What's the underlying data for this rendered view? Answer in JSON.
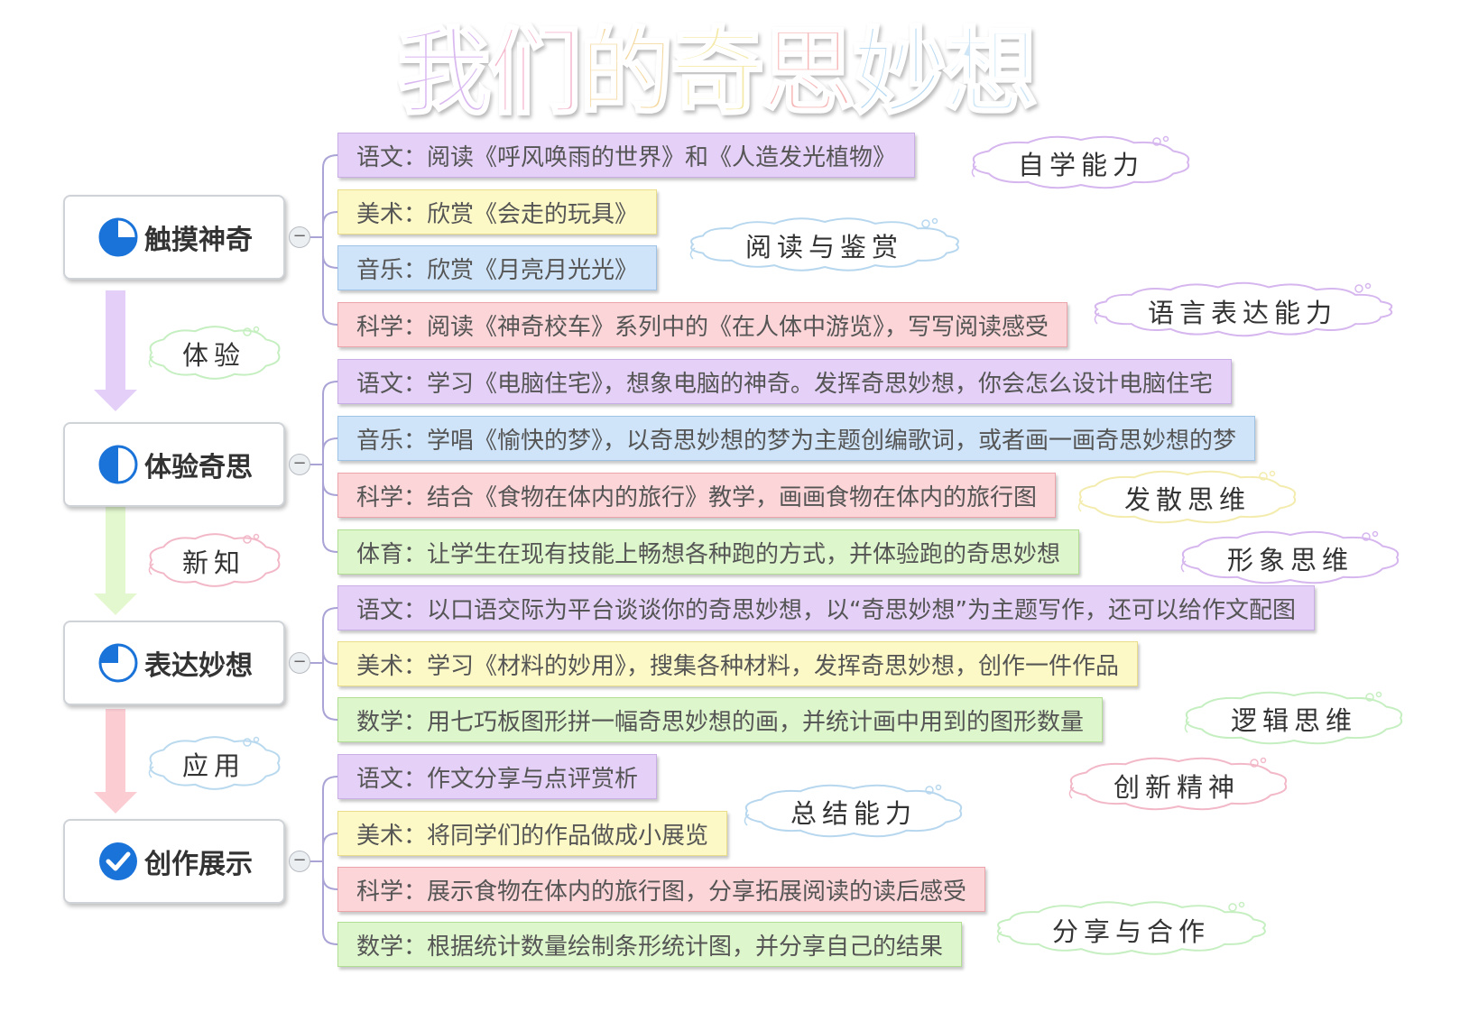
{
  "title": {
    "chars": [
      "我",
      "们",
      "的",
      "奇",
      "思",
      "妙",
      "想"
    ],
    "colors": [
      "#d9b8f0",
      "#f4b6cc",
      "#f4d8a0",
      "#f4e9a6",
      "#f6b7b7",
      "#b7d9f2",
      "#cfe6f6"
    ]
  },
  "colors": {
    "purple_fill": "#e5d1f8",
    "purple_border": "#c9aee6",
    "yellow_fill": "#fdf9c7",
    "yellow_border": "#e9dd8a",
    "blue_fill": "#cfe4f9",
    "blue_border": "#9fc3e6",
    "pink_fill": "#fcd5d8",
    "pink_border": "#eaa4aa",
    "green_fill": "#def6cc",
    "green_border": "#b2de94",
    "connector": "#a9a3d6",
    "pie_blue": "#1a73d9"
  },
  "stages": [
    {
      "label": "触摸神奇",
      "icon": "pie-quarter-icon",
      "items": [
        {
          "text": "语文：阅读《呼风唤雨的世界》和《人造发光植物》",
          "color": "purple"
        },
        {
          "text": "美术：欣赏《会走的玩具》",
          "color": "yellow"
        },
        {
          "text": "音乐：欣赏《月亮月光光》",
          "color": "blue"
        },
        {
          "text": "科学：阅读《神奇校车》系列中的《在人体中游览》，写写阅读感受",
          "color": "pink"
        }
      ]
    },
    {
      "label": "体验奇思",
      "icon": "pie-half-icon",
      "items": [
        {
          "text": "语文：学习《电脑住宅》，想象电脑的神奇。发挥奇思妙想，你会怎么设计电脑住宅",
          "color": "purple"
        },
        {
          "text": "音乐：学唱《愉快的梦》，以奇思妙想的梦为主题创编歌词，或者画一画奇思妙想的梦",
          "color": "blue"
        },
        {
          "text": "科学：结合《食物在体内的旅行》教学，画画食物在体内的旅行图",
          "color": "pink"
        },
        {
          "text": "体育：让学生在现有技能上畅想各种跑的方式，并体验跑的奇思妙想",
          "color": "green"
        }
      ]
    },
    {
      "label": "表达妙想",
      "icon": "pie-three-quarter-icon",
      "items": [
        {
          "text": "语文：以口语交际为平台谈谈你的奇思妙想，以“奇思妙想”为主题写作，还可以给作文配图",
          "color": "purple"
        },
        {
          "text": "美术：学习《材料的妙用》，搜集各种材料，发挥奇思妙想，创作一件作品",
          "color": "yellow"
        },
        {
          "text": "数学：用七巧板图形拼一幅奇思妙想的画，并统计画中用到的图形数量",
          "color": "green"
        }
      ]
    },
    {
      "label": "创作展示",
      "icon": "check-circle-icon",
      "items": [
        {
          "text": "语文：作文分享与点评赏析",
          "color": "purple"
        },
        {
          "text": "美术：将同学们的作品做成小展览",
          "color": "yellow"
        },
        {
          "text": "科学：展示食物在体内的旅行图，分享拓展阅读的读后感受",
          "color": "pink"
        },
        {
          "text": "数学：根据统计数量绘制条形统计图，并分享自己的结果",
          "color": "green"
        }
      ]
    }
  ],
  "steps": [
    {
      "label": "体验",
      "color": "#e3cff7",
      "cloud": "#c5efc0"
    },
    {
      "label": "新知",
      "color": "#e3f8cf",
      "cloud": "#f2b8c8"
    },
    {
      "label": "应用",
      "color": "#fbcdd3",
      "cloud": "#b9d9ef"
    }
  ],
  "abilities": [
    {
      "text": "自学能力",
      "cloud": "#d6b6ee"
    },
    {
      "text": "阅读与鉴赏",
      "cloud": "#b7d7ef"
    },
    {
      "text": "语言表达能力",
      "cloud": "#d6b6ee"
    },
    {
      "text": "发散思维",
      "cloud": "#f3ecae"
    },
    {
      "text": "形象思维",
      "cloud": "#d6b6ee"
    },
    {
      "text": "逻辑思维",
      "cloud": "#c5efc0"
    },
    {
      "text": "创新精神",
      "cloud": "#f2b8c8"
    },
    {
      "text": "总结能力",
      "cloud": "#b7d7ef"
    },
    {
      "text": "分享与合作",
      "cloud": "#c5efc0"
    }
  ],
  "collapse_symbol": "−"
}
